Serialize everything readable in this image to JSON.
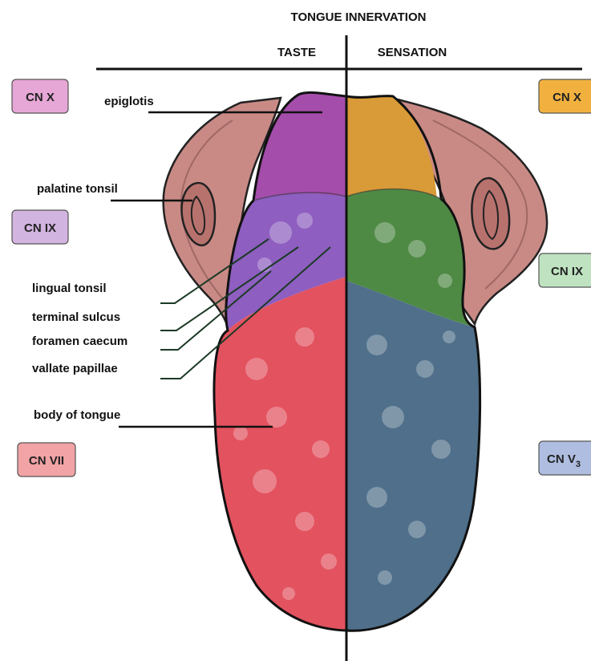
{
  "title": "TONGUE INNERVATION",
  "columns": {
    "left": "TASTE",
    "right": "SENSATION"
  },
  "structures": {
    "epiglottis": "epiglotis",
    "palatine_tonsil": "palatine tonsil",
    "lingual_tonsil": "lingual tonsil",
    "terminal_sulcus": "terminal sulcus",
    "foramen_caecum": "foramen caecum",
    "vallate_papillae": "vallate papillae",
    "body": "body of tongue"
  },
  "nerves": {
    "taste": [
      {
        "label": "CN X",
        "color": "#e6a7d6"
      },
      {
        "label": "CN IX",
        "color": "#d2b4e0"
      },
      {
        "label": "CN VII",
        "color": "#f2a3a6"
      }
    ],
    "sensation": [
      {
        "label": "CN X",
        "color": "#f2b13f"
      },
      {
        "label": "CN IX",
        "color": "#bfe3c1"
      },
      {
        "label": "CN V",
        "sub": "3",
        "color": "#aebde0"
      }
    ]
  },
  "colors": {
    "taste_posterior": "#a54dab",
    "taste_middle": "#8e5ec0",
    "taste_anterior": "#e3525f",
    "sensation_posterior": "#d99a38",
    "sensation_middle": "#4f8a45",
    "sensation_anterior": "#4f6f8a",
    "pharynx": "#c98a86"
  }
}
